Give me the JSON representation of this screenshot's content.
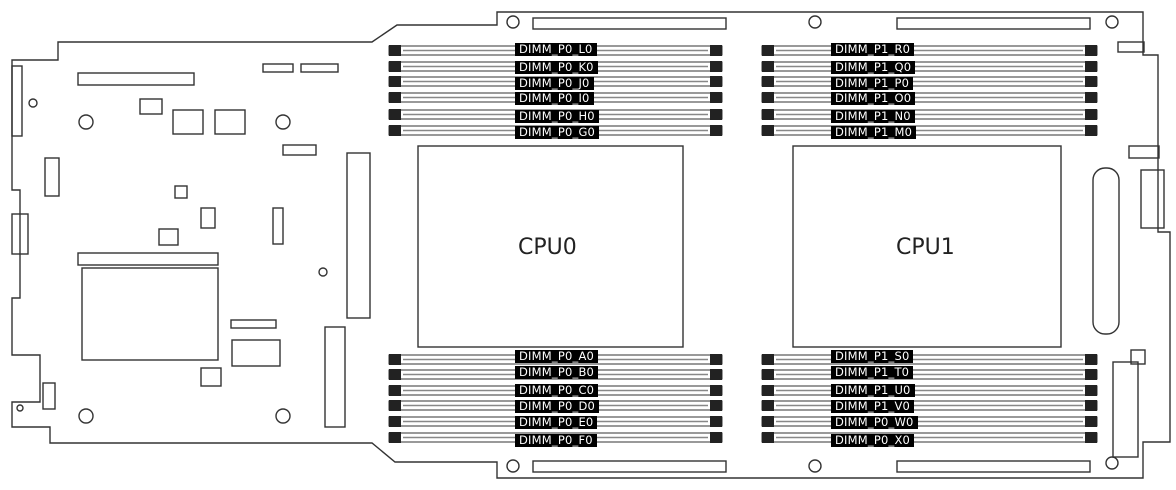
{
  "cpus": [
    {
      "name": "CPU0"
    },
    {
      "name": "CPU1"
    }
  ],
  "dimm_groups": {
    "p0_top": [
      "DIMM_P0_L0",
      "DIMM_P0_K0",
      "DIMM_P0_J0",
      "DIMM_P0_I0",
      "DIMM_P0_H0",
      "DIMM_P0_G0"
    ],
    "p1_top": [
      "DIMM_P1_R0",
      "DIMM_P1_Q0",
      "DIMM_P1_P0",
      "DIMM_P1_O0",
      "DIMM_P1_N0",
      "DIMM_P1_M0"
    ],
    "p0_bottom": [
      "DIMM_P0_A0",
      "DIMM_P0_B0",
      "DIMM_P0_C0",
      "DIMM_P0_D0",
      "DIMM_P0_E0",
      "DIMM_P0_F0"
    ],
    "p1_bottom": [
      "DIMM_P1_S0",
      "DIMM_P1_T0",
      "DIMM_P1_U0",
      "DIMM_P1_V0",
      "DIMM_P0_W0",
      "DIMM_P0_X0"
    ]
  },
  "colors": {
    "outline": "#333333",
    "label_bg": "#000000",
    "label_fg": "#ffffff",
    "cpu_fill": "#ffffff"
  }
}
